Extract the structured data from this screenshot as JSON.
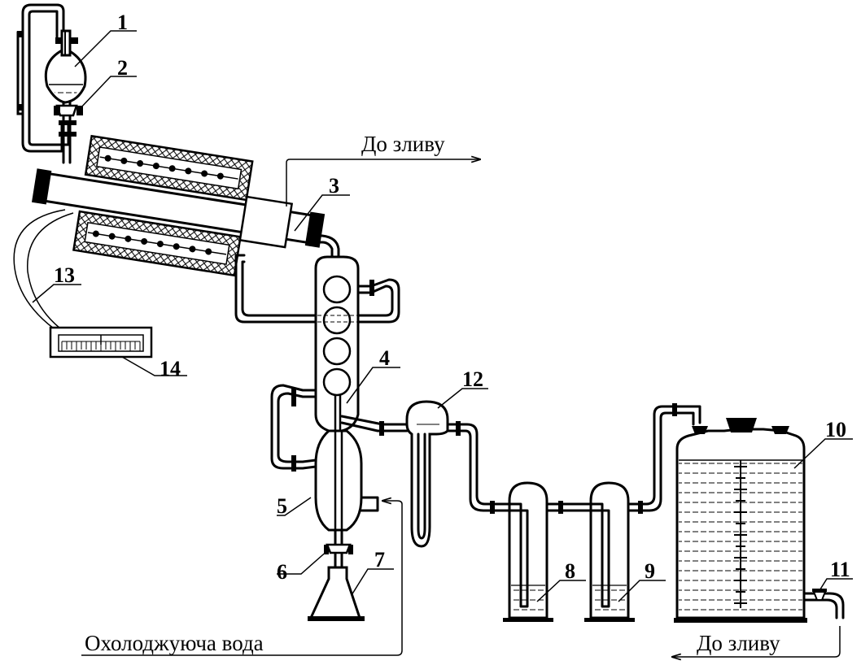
{
  "diagram": {
    "labels": {
      "n1": "1",
      "n2": "2",
      "n3": "3",
      "n4": "4",
      "n5": "5",
      "n6": "6",
      "n7": "7",
      "n8": "8",
      "n9": "9",
      "n10": "10",
      "n11": "11",
      "n12": "12",
      "n13": "13",
      "n14": "14"
    },
    "captions": {
      "drain_top": "До зливу",
      "drain_bottom": "До зливу",
      "cooling_water": "Охолоджуюча вода"
    }
  }
}
